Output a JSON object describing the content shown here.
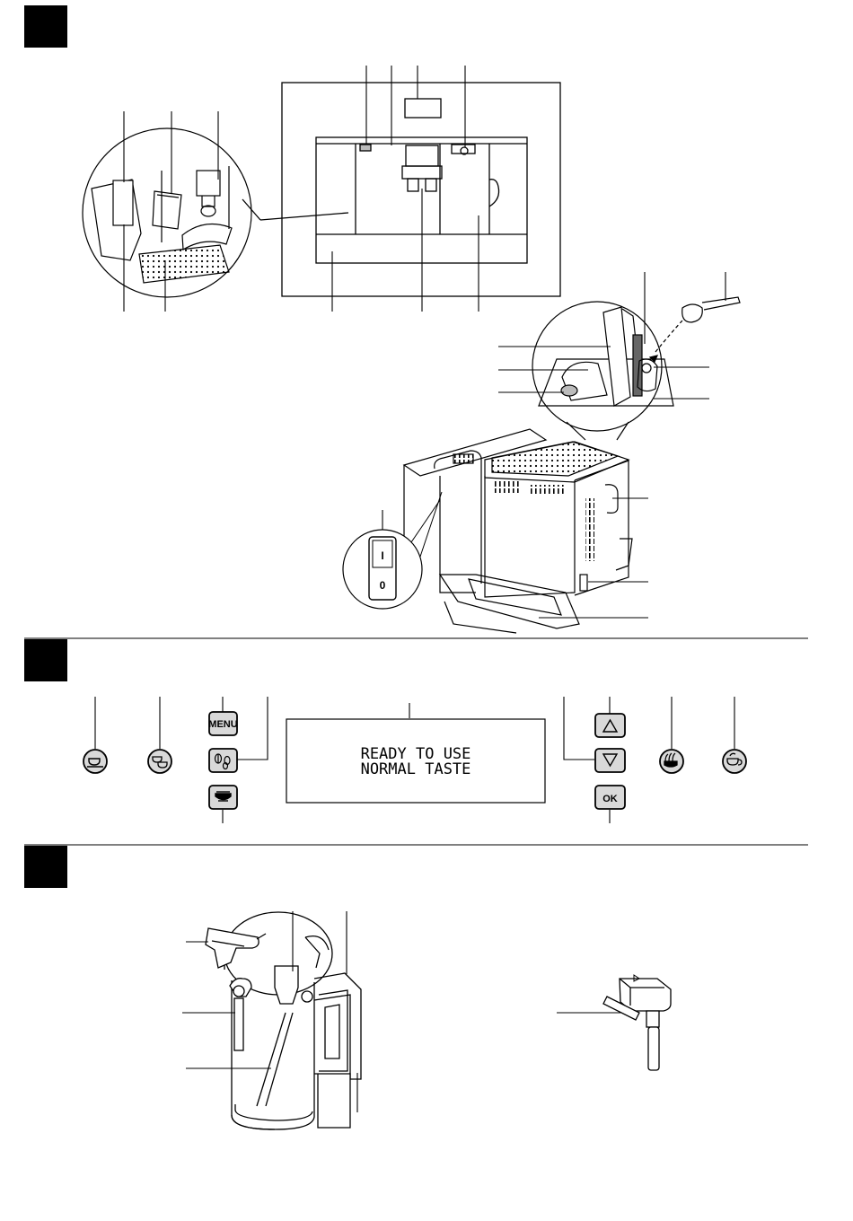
{
  "display": {
    "line1": "READY TO USE",
    "line2": "NORMAL TASTE"
  },
  "buttons": {
    "menu_label": "MENU",
    "ok_label": "OK"
  },
  "power_switch": {
    "on_label": "I",
    "off_label": "0"
  },
  "icons": {
    "cup": "single-cup-icon",
    "two_cups": "double-cup-icon",
    "menu": "menu-button",
    "aroma": "coffee-bean-icon",
    "hot_water": "hot-water-icon",
    "up": "arrow-up-icon",
    "down": "arrow-down-icon",
    "ok": "ok-button",
    "steam": "steam-icon",
    "milk": "milk-cup-icon"
  },
  "colors": {
    "ink": "#000000",
    "panel_gray": "#d9d9d9",
    "background": "#ffffff"
  }
}
